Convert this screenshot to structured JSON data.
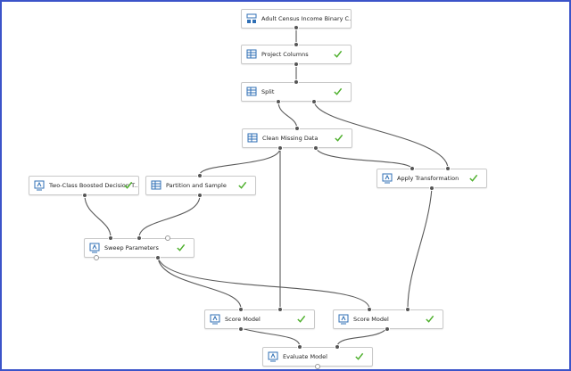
{
  "modules": {
    "dataset": {
      "label": "Adult Census Income Binary C...",
      "icon": "dataset-icon"
    },
    "project_columns": {
      "label": "Project Columns",
      "icon": "table-icon",
      "status": "success"
    },
    "split": {
      "label": "Split",
      "icon": "table-icon",
      "status": "success"
    },
    "clean_missing": {
      "label": "Clean Missing Data",
      "icon": "table-icon",
      "status": "success"
    },
    "boosted_tree": {
      "label": "Two-Class Boosted Decision T...",
      "icon": "model-icon",
      "status": "success"
    },
    "partition": {
      "label": "Partition and Sample",
      "icon": "table-icon",
      "status": "success"
    },
    "apply_transform": {
      "label": "Apply Transformation",
      "icon": "model-icon",
      "status": "success"
    },
    "sweep": {
      "label": "Sweep Parameters",
      "icon": "model-icon",
      "status": "success"
    },
    "score1": {
      "label": "Score Model",
      "icon": "model-icon",
      "status": "success"
    },
    "score2": {
      "label": "Score Model",
      "icon": "model-icon",
      "status": "success"
    },
    "evaluate": {
      "label": "Evaluate Model",
      "icon": "model-icon",
      "status": "success"
    }
  },
  "colors": {
    "frame_border": "#3b54c9",
    "check": "#4caf2a",
    "icon_blue": "#2f6fb5",
    "wire": "#555555"
  }
}
